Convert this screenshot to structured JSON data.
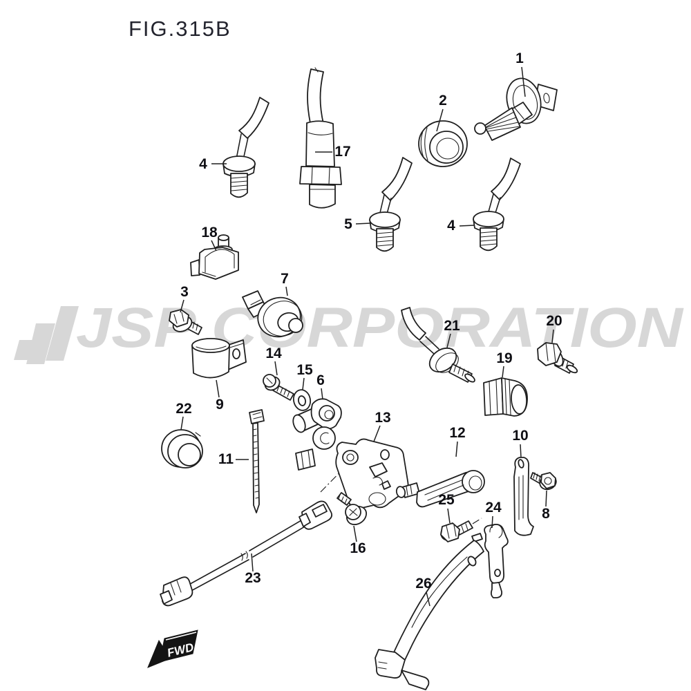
{
  "figure": {
    "title": "FIG.315B"
  },
  "watermark": {
    "text": "JSP CORPORATION",
    "color": "#d7d7d7"
  },
  "direction_marker": {
    "label": "FWD"
  },
  "colors": {
    "line": "#1f1f1f",
    "label": "#0f0f14",
    "background": "#ffffff"
  },
  "callouts": [
    {
      "label": "1"
    },
    {
      "label": "2"
    },
    {
      "label": "17"
    },
    {
      "label": "4"
    },
    {
      "label": "5"
    },
    {
      "label": "4"
    },
    {
      "label": "18"
    },
    {
      "label": "3"
    },
    {
      "label": "7"
    },
    {
      "label": "21"
    },
    {
      "label": "20"
    },
    {
      "label": "19"
    },
    {
      "label": "14"
    },
    {
      "label": "15"
    },
    {
      "label": "6"
    },
    {
      "label": "9"
    },
    {
      "label": "22"
    },
    {
      "label": "11"
    },
    {
      "label": "13"
    },
    {
      "label": "12"
    },
    {
      "label": "10"
    },
    {
      "label": "8"
    },
    {
      "label": "25"
    },
    {
      "label": "24"
    },
    {
      "label": "16"
    },
    {
      "label": "23"
    },
    {
      "label": "26"
    }
  ]
}
